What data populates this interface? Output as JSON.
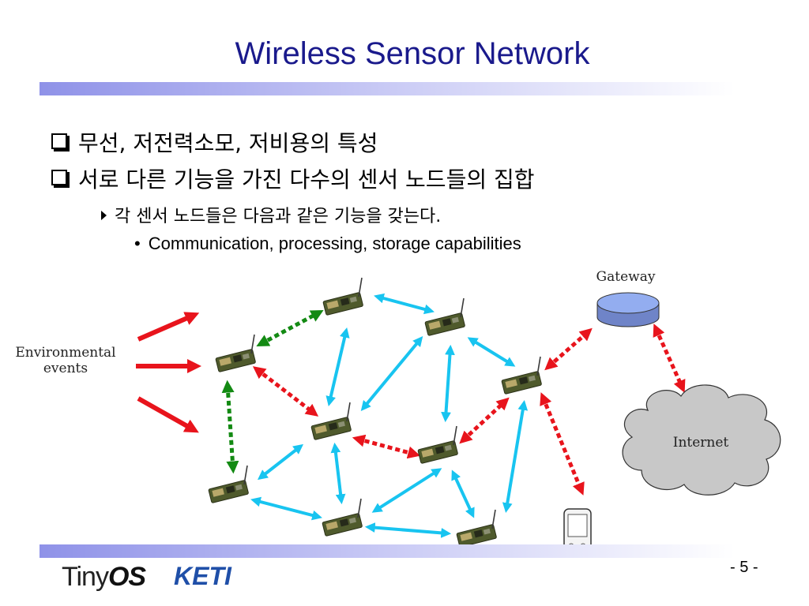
{
  "slide": {
    "title": "Wireless Sensor Network",
    "page_number": "- 5 -"
  },
  "bullets": {
    "level1": [
      "무선, 저전력소모, 저비용의 특성",
      "서로 다른 기능을 가진 다수의 센서 노드들의 집합"
    ],
    "level2": "각 센서 노드들은 다음과 같은 기능을 갖는다.",
    "level3": "Communication, processing, storage capabilities"
  },
  "diagram": {
    "gateway_label": "Gateway",
    "internet_label": "Internet",
    "env_label_line1": "Environmental",
    "env_label_line2": "events",
    "colors": {
      "event_arrow": "#e8141c",
      "blue_link": "#18c4f0",
      "green_link": "#138a13",
      "red_link": "#e8141c",
      "cloud": "#c8c8c8",
      "gateway": "#8fa8ec"
    }
  },
  "logos": {
    "tinyos_prefix": "Tiny",
    "tinyos_suffix": "OS",
    "keti": "KETI"
  }
}
